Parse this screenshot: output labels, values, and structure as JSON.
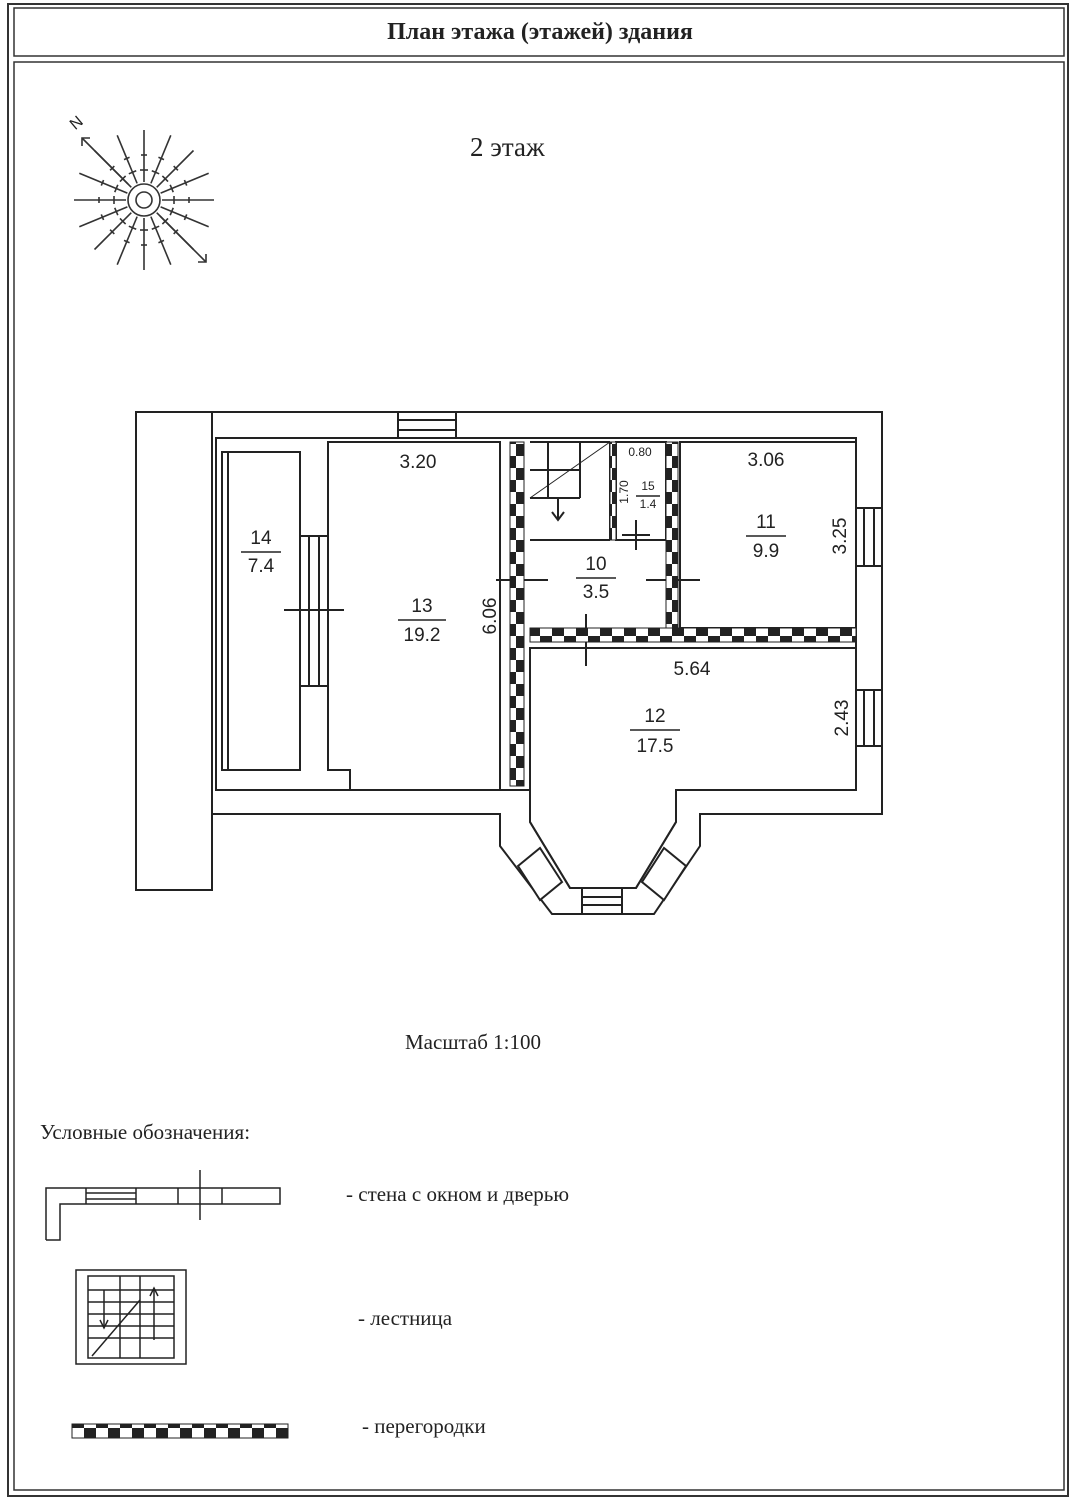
{
  "header": {
    "title": "План этажа (этажей)  здания"
  },
  "floor": {
    "label": "2 этаж"
  },
  "compass": {
    "north_label": "N"
  },
  "rooms": [
    {
      "number": "14",
      "area": "7.4"
    },
    {
      "number": "13",
      "area": "19.2"
    },
    {
      "number": "10",
      "area": "3.5"
    },
    {
      "number": "11",
      "area": "9.9"
    },
    {
      "number": "12",
      "area": "17.5"
    },
    {
      "number": "15",
      "area": "1.4"
    }
  ],
  "dimensions": {
    "room13_width": "3.20",
    "room13_height": "6.06",
    "room11_width": "3.06",
    "room11_height": "3.25",
    "room12_width": "5.64",
    "room12_height": "2.43",
    "room15_width": "0.80",
    "room15_height": "1.70"
  },
  "scale": {
    "label": "Масштаб 1:100"
  },
  "legend": {
    "title": "Условные обозначения:",
    "items": [
      {
        "icon": "wall-window-door-symbol",
        "text": "- стена с окном и дверью"
      },
      {
        "icon": "stairs-symbol",
        "text": "- лестница"
      },
      {
        "icon": "partition-symbol",
        "text": "- перегородки"
      }
    ]
  }
}
